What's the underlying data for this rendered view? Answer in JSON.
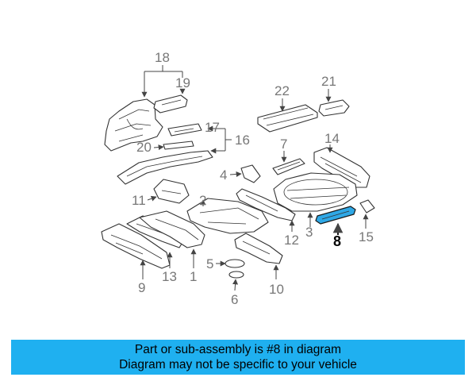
{
  "diagram": {
    "highlighted_part": "8",
    "highlight_color": "#2fa8e6",
    "callouts": [
      "1",
      "2",
      "3",
      "4",
      "5",
      "6",
      "7",
      "8",
      "9",
      "10",
      "11",
      "12",
      "13",
      "14",
      "15",
      "16",
      "17",
      "18",
      "19",
      "20",
      "21",
      "22"
    ]
  },
  "banner": {
    "background": "#1fb0f0",
    "line1": "Part or sub-assembly is #8 in diagram",
    "line2": "Diagram may not be specific to your vehicle"
  }
}
